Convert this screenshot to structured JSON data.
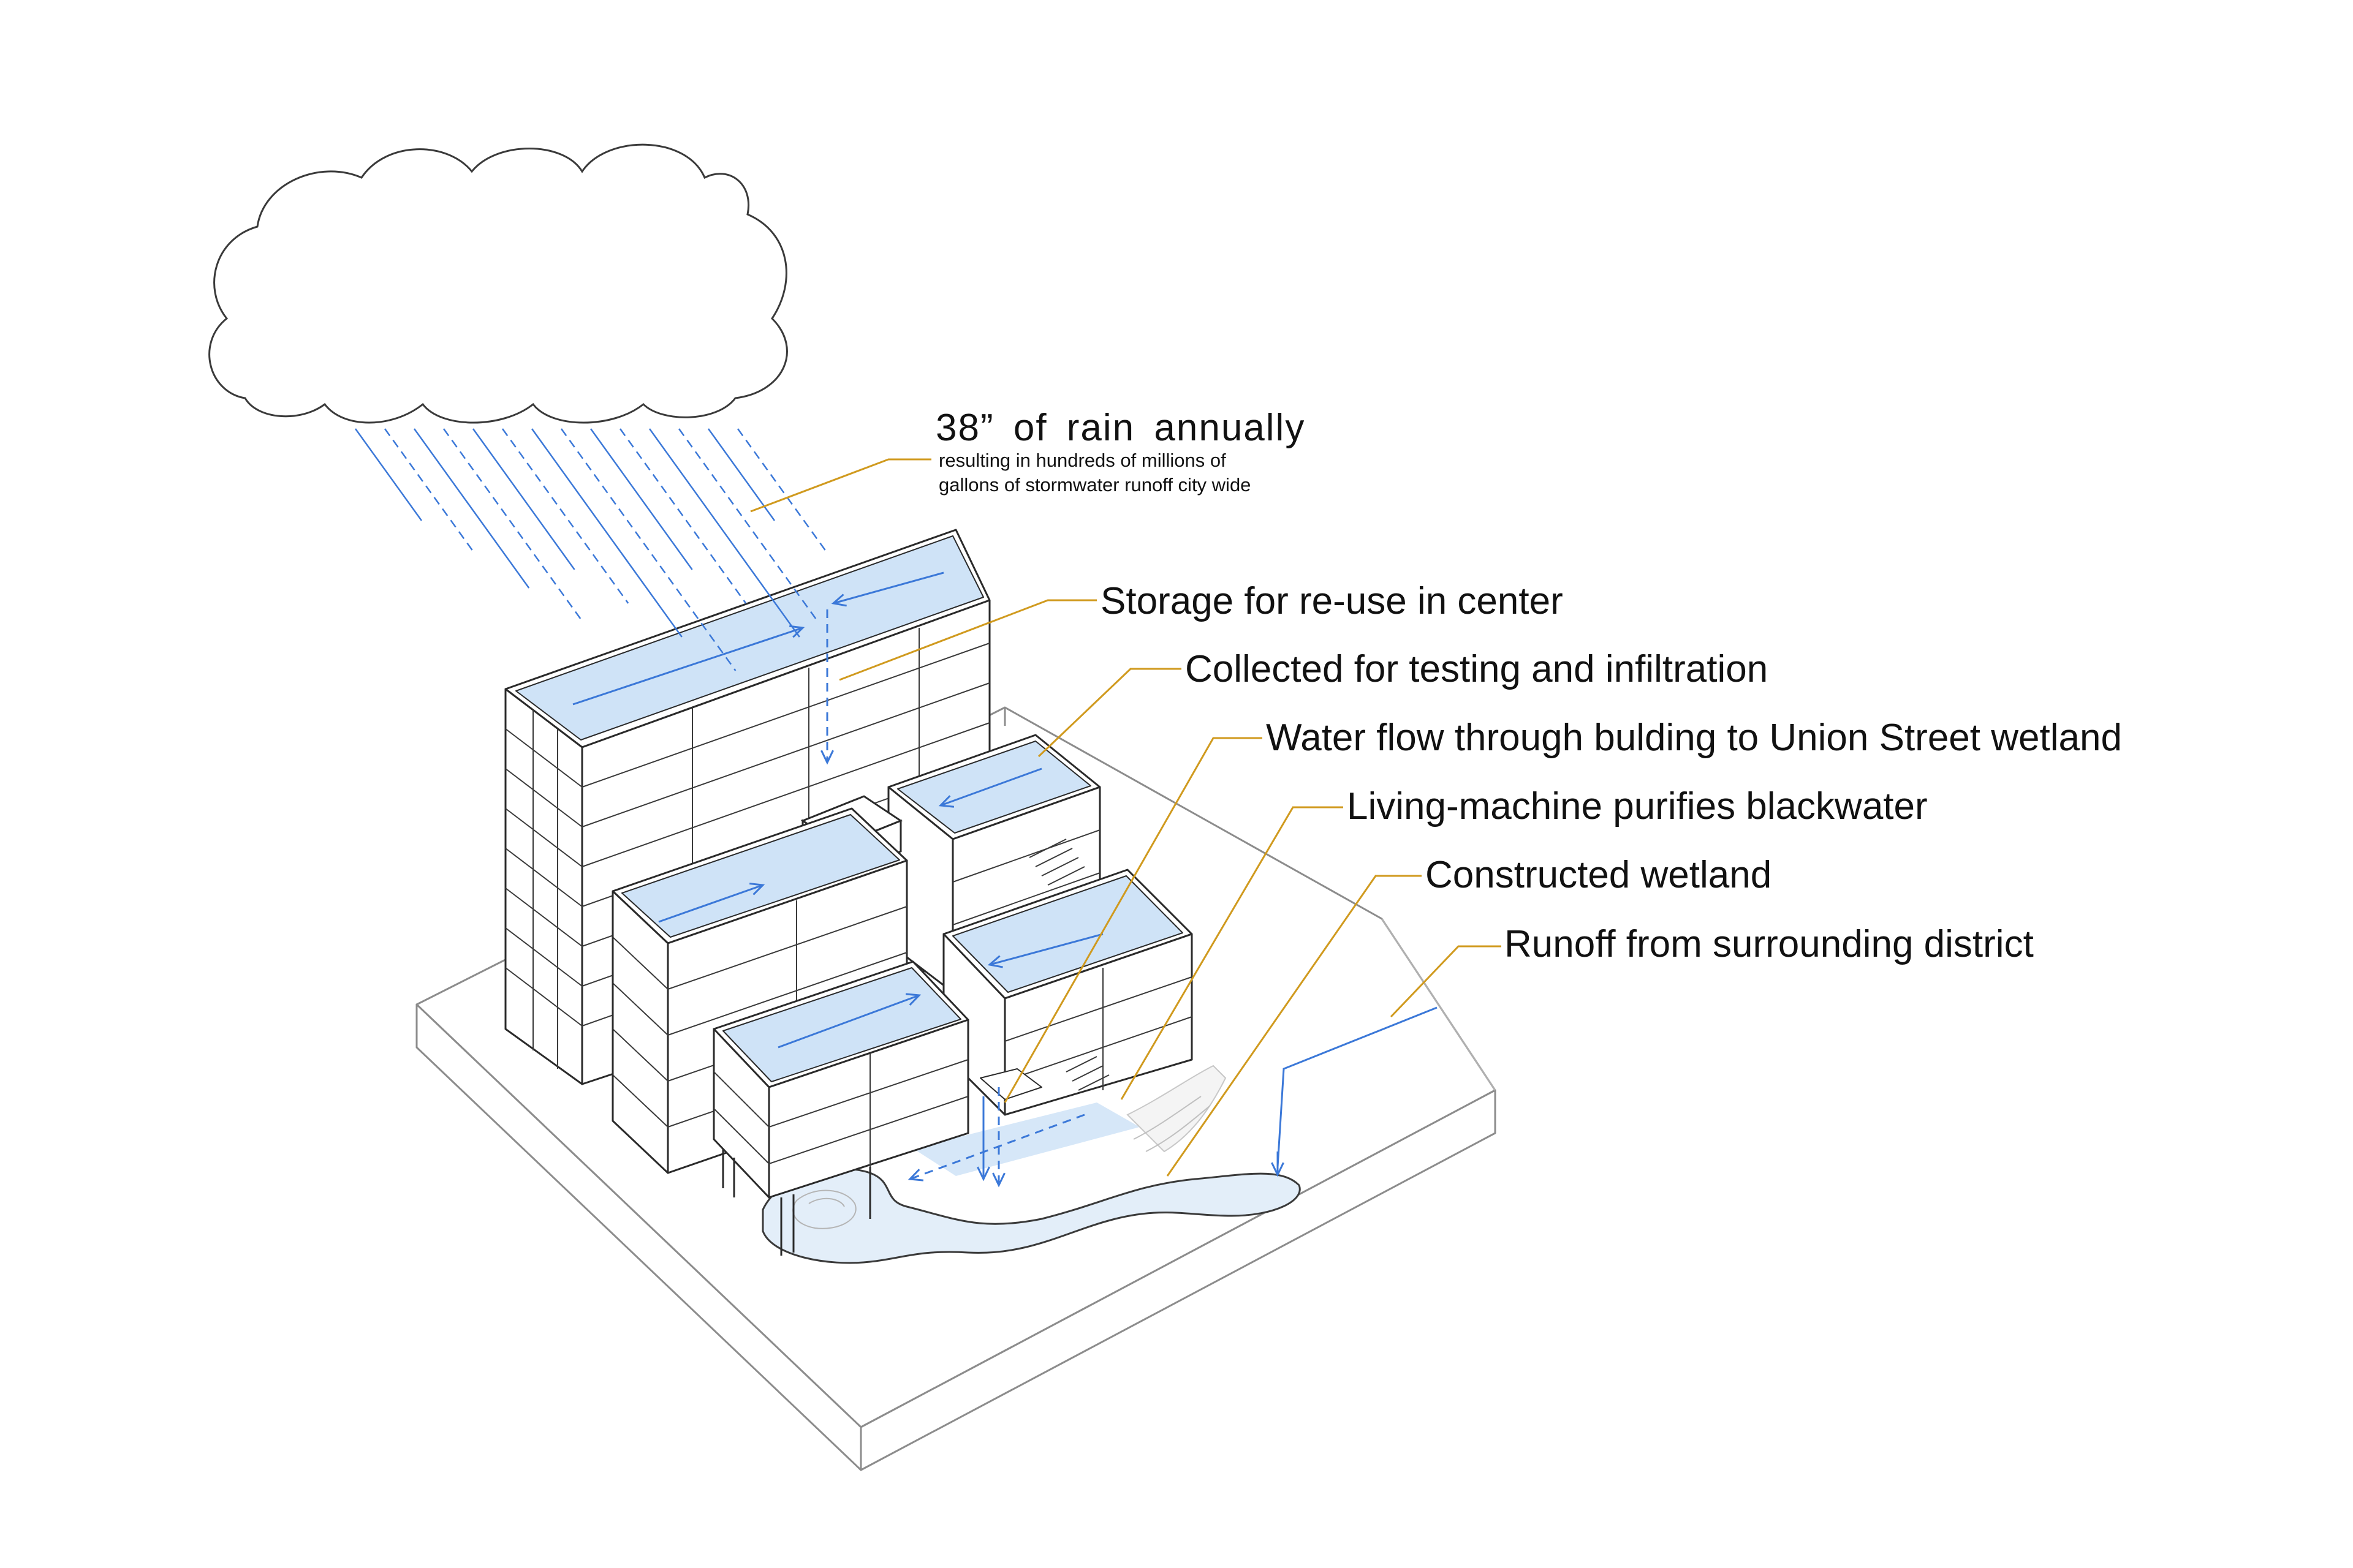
{
  "rain": {
    "title": "38” of rain annually",
    "subtitle_line1": "resulting in hundreds of millions of",
    "subtitle_line2": "gallons of stormwater runoff city wide"
  },
  "callouts": [
    "Storage for re-use in center",
    "Collected for testing and infiltration",
    "Water flow through bulding to Union Street wetland",
    "Living-machine purifies blackwater",
    "Constructed wetland",
    "Runoff from surrounding district"
  ],
  "colors": {
    "leader": "#d09a1e",
    "water_line": "#3b78d8",
    "water_fill": "#cde2f6",
    "linework": "#2a2a2a",
    "light_linework": "#9a9a9a"
  }
}
